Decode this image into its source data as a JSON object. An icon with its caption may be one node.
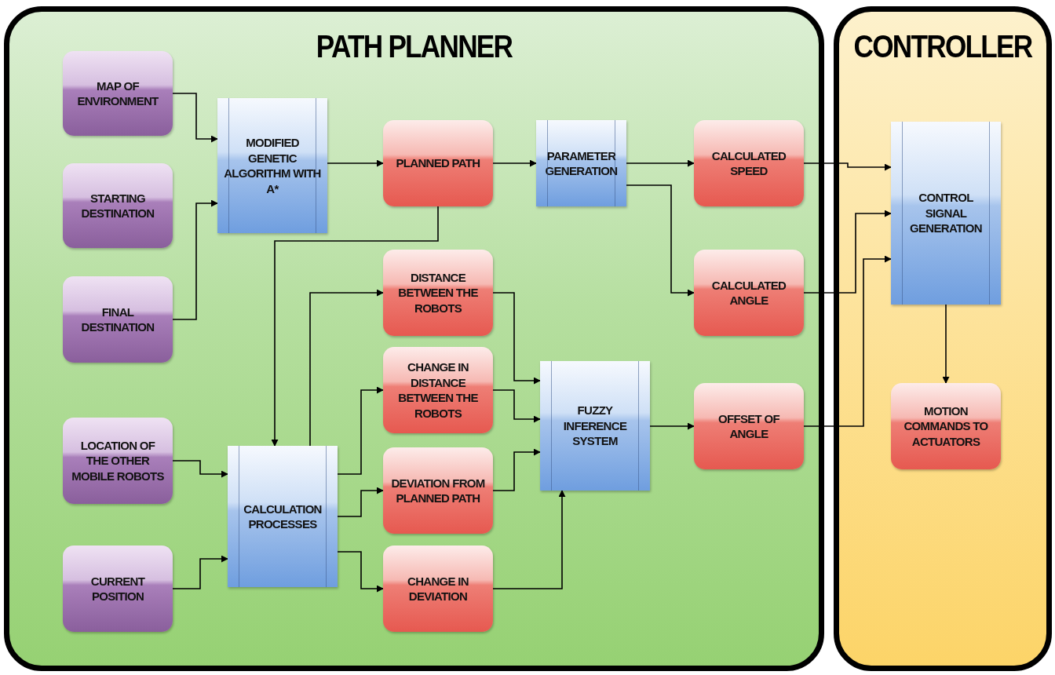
{
  "diagram": {
    "nodes": [
      {
        "text": [
          "PATH PLANNER"
        ]
      },
      {
        "text": [
          "CONTROLLER"
        ]
      },
      {
        "text": [
          "MAP OF ENVIRONMENT"
        ],
        "in": 0
      },
      {
        "text": [
          "STARTING DESTINATION"
        ],
        "in": 0
      },
      {
        "text": [
          "FINAL DESTINATION"
        ],
        "in": 0
      },
      {
        "text": [
          "MODIFIED GENETIC ALGORITHM WITH A*"
        ],
        "in": 0
      },
      {
        "text": [
          "PLANNED PATH"
        ],
        "in": 0
      },
      {
        "text": [
          "PARAMETER GENERATION"
        ],
        "in": 0
      },
      {
        "text": [
          "CALCULATED SPEED"
        ],
        "in": 0
      },
      {
        "text": [
          "CALCULATED ANGLE"
        ],
        "in": 0
      },
      {
        "text": [
          "DISTANCE BETWEEN THE ROBOTS"
        ],
        "in": 0
      },
      {
        "text": [
          "CHANGE IN DISTANCE BETWEEN THE ROBOTS"
        ],
        "in": 0
      },
      {
        "text": [
          "LOCATION OF THE OTHER MOBILE ROBOTS"
        ],
        "in": 0
      },
      {
        "text": [
          "CALCULATION PROCESSES"
        ],
        "in": 0
      },
      {
        "text": [
          "DEVIATION FROM PLANNED PATH"
        ],
        "in": 0
      },
      {
        "text": [
          "CHANGE IN DEVIATION"
        ],
        "in": 0
      },
      {
        "text": [
          "FUZZY INFERENCE SYSTEM"
        ],
        "in": 0
      },
      {
        "text": [
          "OFFSET OF ANGLE"
        ],
        "in": 0
      },
      {
        "text": [
          "CURRENT POSITION"
        ],
        "in": 0
      },
      {
        "text": [
          "CONTROL SIGNAL GENERATION"
        ],
        "in": 1
      },
      {
        "text": [
          "MOTION COMMANDS TO ACTUATORS"
        ],
        "in": 1
      }
    ],
    "edges": [
      {
        "from": 2,
        "to": 5,
        "arrow": "to"
      },
      {
        "from": 4,
        "to": 5,
        "arrow": "to"
      },
      {
        "from": 5,
        "to": 6,
        "arrow": "to"
      },
      {
        "from": 6,
        "to": 7,
        "arrow": "to"
      },
      {
        "from": 6,
        "to": 13,
        "arrow": "to"
      },
      {
        "from": 7,
        "to": 8,
        "arrow": "to"
      },
      {
        "from": 7,
        "to": 9,
        "arrow": "to"
      },
      {
        "from": 8,
        "to": 19,
        "arrow": "to"
      },
      {
        "from": 9,
        "to": 19,
        "arrow": "to"
      },
      {
        "from": 17,
        "to": 19,
        "arrow": "to"
      },
      {
        "from": 19,
        "to": 20,
        "arrow": "to"
      },
      {
        "from": 12,
        "to": 13,
        "arrow": "to"
      },
      {
        "from": 18,
        "to": 13,
        "arrow": "to"
      },
      {
        "from": 13,
        "to": 10,
        "arrow": "to"
      },
      {
        "from": 13,
        "to": 11,
        "arrow": "to"
      },
      {
        "from": 13,
        "to": 14,
        "arrow": "to"
      },
      {
        "from": 13,
        "to": 15,
        "arrow": "to"
      },
      {
        "from": 10,
        "to": 16,
        "arrow": "to"
      },
      {
        "from": 11,
        "to": 16,
        "arrow": "to"
      },
      {
        "from": 14,
        "to": 16,
        "arrow": "to"
      },
      {
        "from": 15,
        "to": 16,
        "arrow": "to"
      },
      {
        "from": 16,
        "to": 17,
        "arrow": "to"
      }
    ]
  }
}
